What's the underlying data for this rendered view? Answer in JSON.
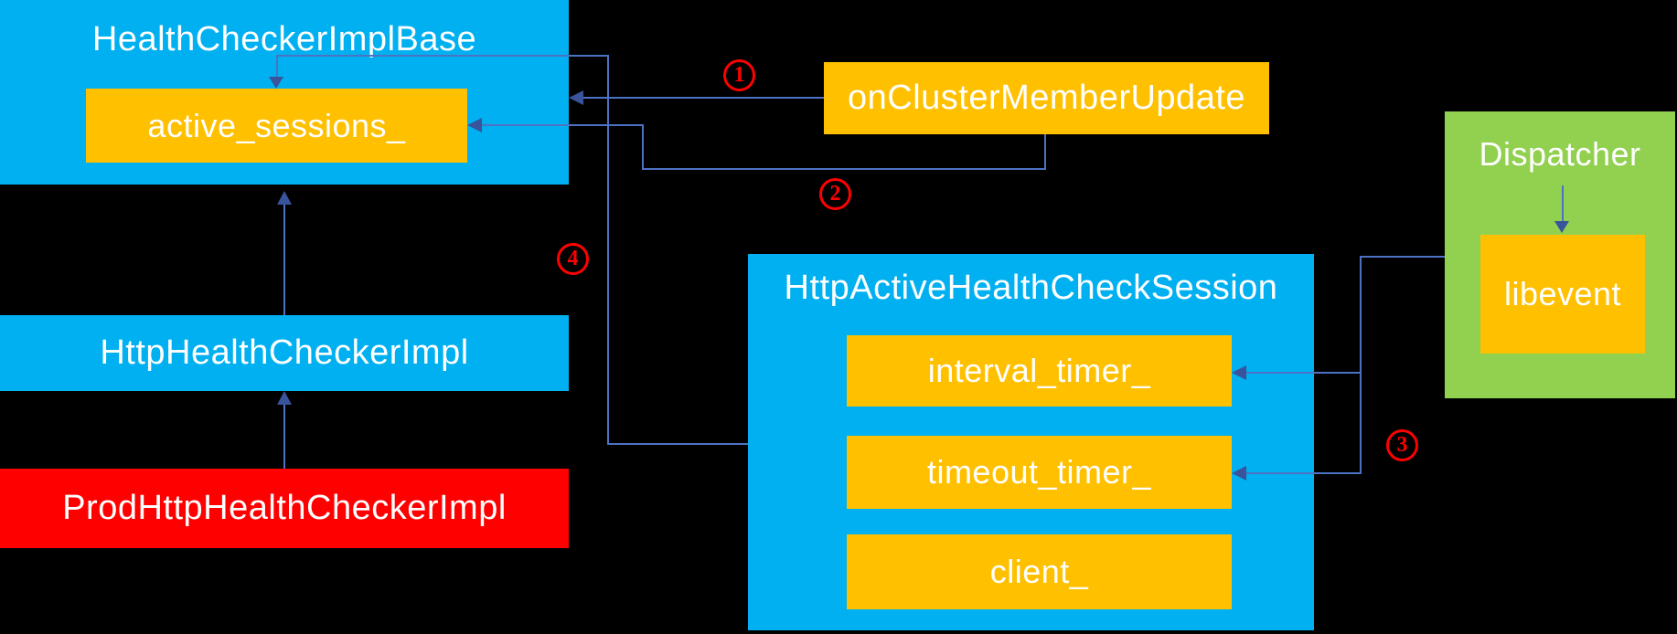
{
  "diagram": {
    "background": "#000000",
    "class_box_color": "#00B0F0",
    "member_box_color": "#FFC000",
    "prod_box_color": "#FF0000",
    "dispatcher_box_color": "#92D050",
    "connector_color": "#4C72C4",
    "step_marker_color": "#FF0000"
  },
  "boxes": {
    "health_checker_impl_base": {
      "label": "HealthCheckerImplBase"
    },
    "active_sessions": {
      "label": "active_sessions_"
    },
    "http_health_checker_impl": {
      "label": "HttpHealthCheckerImpl"
    },
    "prod_http_health_checker_impl": {
      "label": "ProdHttpHealthCheckerImpl"
    },
    "on_cluster_member_update": {
      "label": "onClusterMemberUpdate"
    },
    "http_active_health_check_session": {
      "label": "HttpActiveHealthCheckSession"
    },
    "interval_timer": {
      "label": "interval_timer_"
    },
    "timeout_timer": {
      "label": "timeout_timer_"
    },
    "client": {
      "label": "client_"
    },
    "dispatcher": {
      "label": "Dispatcher"
    },
    "libevent": {
      "label": "libevent"
    }
  },
  "steps": {
    "s1": "1",
    "s2": "2",
    "s3": "3",
    "s4": "4"
  }
}
